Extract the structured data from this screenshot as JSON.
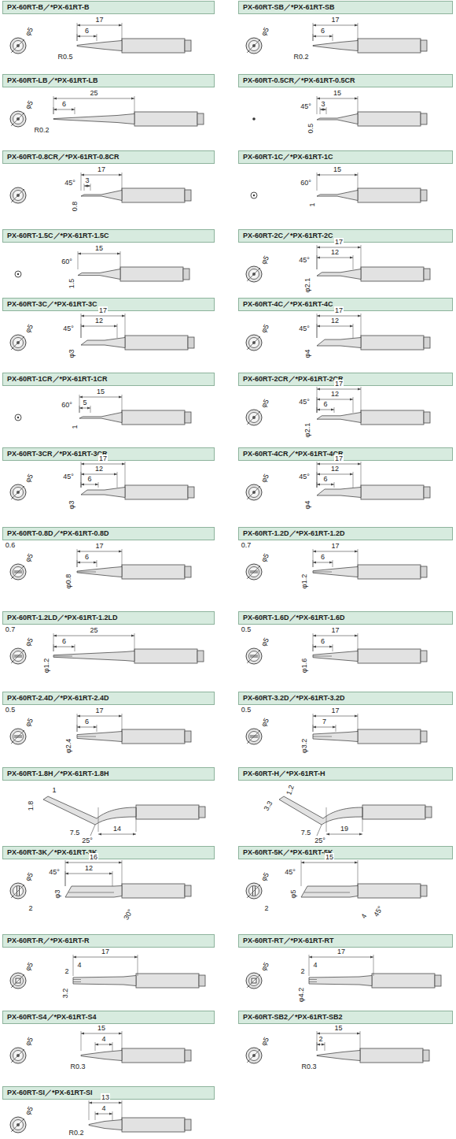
{
  "diagram": {
    "nodes": [
      {
        "text": [
          "PX-60RT-B／*PX-61RT-B"
        ]
      },
      {
        "text": [
          "PX-60RT-SB／*PX-61RT-SB"
        ]
      },
      {
        "text": [
          "PX-60RT-LB／*PX-61RT-LB"
        ]
      },
      {
        "text": [
          "PX-60RT-0.5CR／*PX-61RT-0.5CR"
        ]
      },
      {
        "text": [
          "PX-60RT-0.8CR／*PX-61RT-0.8CR"
        ]
      },
      {
        "text": [
          "PX-60RT-1C／*PX-61RT-1C"
        ]
      },
      {
        "text": [
          "PX-60RT-1.5C／*PX-61RT-1.5C"
        ]
      },
      {
        "text": [
          "PX-60RT-2C／*PX-61RT-2C"
        ]
      },
      {
        "text": [
          "PX-60RT-3C／*PX-61RT-3C"
        ]
      },
      {
        "text": [
          "PX-60RT-4C／*PX-61RT-4C"
        ]
      },
      {
        "text": [
          "PX-60RT-1CR／*PX-61RT-1CR"
        ]
      },
      {
        "text": [
          "PX-60RT-2CR／*PX-61RT-2CR"
        ]
      },
      {
        "text": [
          "PX-60RT-3CR／*PX-61RT-3CR"
        ]
      },
      {
        "text": [
          "PX-60RT-4CR／*PX-61RT-4CR"
        ]
      },
      {
        "text": [
          "PX-60RT-0.8D／*PX-61RT-0.8D"
        ]
      },
      {
        "text": [
          "PX-60RT-1.2D／*PX-61RT-1.2D"
        ]
      },
      {
        "text": [
          "PX-60RT-1.2LD／*PX-61RT-1.2LD"
        ]
      },
      {
        "text": [
          "PX-60RT-1.6D／*PX-61RT-1.6D"
        ]
      },
      {
        "text": [
          "PX-60RT-2.4D／*PX-61RT-2.4D"
        ]
      },
      {
        "text": [
          "PX-60RT-3.2D／*PX-61RT-3.2D"
        ]
      },
      {
        "text": [
          "PX-60RT-1.8H／*PX-61RT-1.8H"
        ]
      },
      {
        "text": [
          "PX-60RT-H／*PX-61RT-H"
        ]
      },
      {
        "text": [
          "PX-60RT-3K／*PX-61RT-3K"
        ]
      },
      {
        "text": [
          "PX-60RT-5K／*PX-61RT-5K"
        ]
      },
      {
        "text": [
          "PX-60RT-R／*PX-61RT-R"
        ]
      },
      {
        "text": [
          "PX-60RT-RT／*PX-61RT-RT"
        ]
      },
      {
        "text": [
          "PX-60RT-S4／*PX-61RT-S4"
        ]
      },
      {
        "text": [
          "PX-60RT-SB2／*PX-61RT-SB2"
        ]
      },
      {
        "text": [
          "PX-60RT-SI／*PX-61RT-SI"
        ]
      }
    ],
    "labels": [
      "φ5",
      "17",
      "6",
      "R0.5",
      "φ5",
      "17",
      "6",
      "R0.2",
      "φ5",
      "25",
      "6",
      "R0.2",
      "45°",
      "3",
      "15",
      "0.5",
      "45°",
      "3",
      "17",
      "0.8",
      "60°",
      "15",
      "1",
      "60°",
      "15",
      "1.5",
      "φ5",
      "45°",
      "17",
      "12",
      "φ2.1",
      "φ5",
      "45°",
      "17",
      "12",
      "φ3",
      "φ5",
      "45°",
      "17",
      "12",
      "φ4",
      "60°",
      "5",
      "15",
      "1",
      "φ5",
      "45°",
      "17",
      "12",
      "6",
      "φ2.1",
      "φ5",
      "45°",
      "17",
      "12",
      "6",
      "φ3",
      "φ5",
      "45°",
      "17",
      "12",
      "6",
      "φ4",
      "0.6",
      "φ5",
      "17",
      "6",
      "φ0.8",
      "0.7",
      "φ5",
      "17",
      "6",
      "φ1.2",
      "0.7",
      "φ5",
      "25",
      "6",
      "φ1.2",
      "0.5",
      "φ5",
      "17",
      "6",
      "φ1.6",
      "0.5",
      "φ5",
      "17",
      "6",
      "φ2.4",
      "0.5",
      "φ5",
      "17",
      "7",
      "φ3.2",
      "1",
      "1.8",
      "7.5",
      "25°",
      "14",
      "1.2",
      "3.3",
      "7.5",
      "25°",
      "19",
      "φ5",
      "2",
      "45°",
      "16",
      "12",
      "φ3",
      "30°",
      "φ5",
      "2",
      "45°",
      "15",
      "φ5",
      "4",
      "45°",
      "φ5",
      "2",
      "4",
      "17",
      "3.2",
      "φ5",
      "2",
      "4",
      "17",
      "φ4.2",
      "φ5",
      "4",
      "15",
      "R0.3",
      "φ5",
      "2",
      "15",
      "R0.3",
      "φ5",
      "4",
      "13",
      "R0.2"
    ]
  }
}
